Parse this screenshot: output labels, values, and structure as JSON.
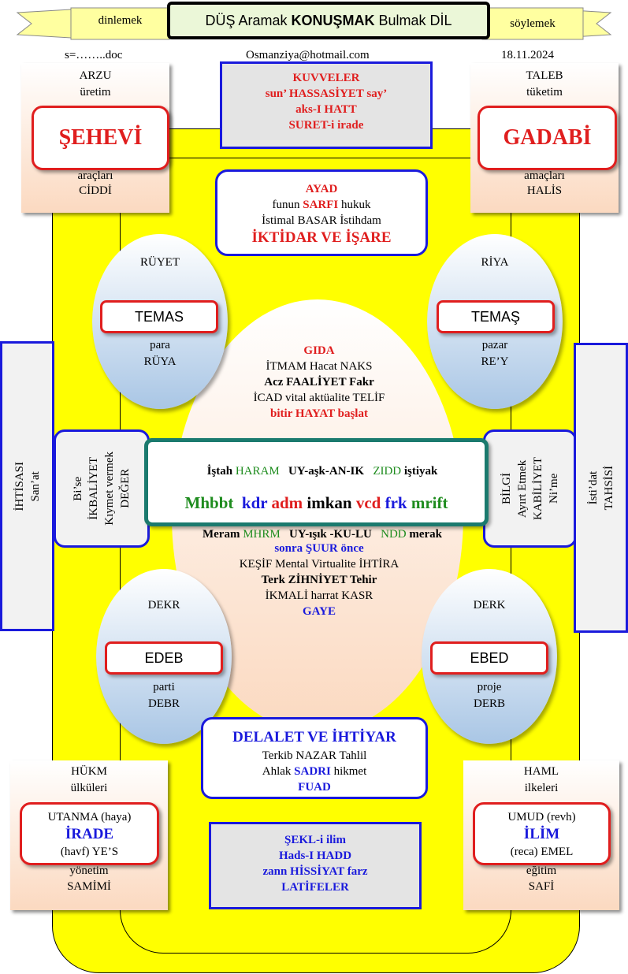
{
  "banner": {
    "left": "dinlemek",
    "right": "söylemek",
    "title_pre": "DÜŞ Aramak ",
    "title_bold": "KONUŞMAK",
    "title_post": " Bulmak DİL"
  },
  "meta": {
    "file": "s=……..doc",
    "email": "Osmanziya@hotmail.com",
    "date": "18.11.2024"
  },
  "top_center": {
    "l1": "KUVVELER",
    "l2": "sun’ HASSASİYET say’",
    "l3": "aks-I HATT",
    "l4": "SURET-i irade"
  },
  "corner_tl": {
    "l1": "ARZU",
    "l2": "üretim",
    "main": "ŞEHEVİ",
    "l3": "araçları",
    "l4": "CİDDİ"
  },
  "corner_tr": {
    "l1": "TALEB",
    "l2": "tüketim",
    "main": "GADABİ",
    "l3": "amaçları",
    "l4": "HALİS"
  },
  "ayad": {
    "l1": "AYAD",
    "l2a": "funun ",
    "l2b": "SARFI",
    "l2c": " hukuk",
    "l3": "İstimal  BASAR  İstihdam",
    "l4": "İKTİDAR VE İŞARE"
  },
  "oval_tl": {
    "top": "RÜYET",
    "box": "TEMAS",
    "l1": "para",
    "l2": "RÜYA"
  },
  "oval_tr": {
    "top": "RİYA",
    "box": "TEMAŞ",
    "l1": "pazar",
    "l2": "RE’Y"
  },
  "oval_bl": {
    "top": "DEKR",
    "box": "EDEB",
    "l1": "parti",
    "l2": "DEBR"
  },
  "oval_br": {
    "top": "DERK",
    "box": "EBED",
    "l1": "proje",
    "l2": "DERB"
  },
  "egg_top": {
    "l1": "GIDA",
    "l2": "İTMAM  Hacat  NAKS",
    "l3a": "Acz ",
    "l3b": "FAALİYET",
    "l3c": " Fakr",
    "l4": "İCAD vital aktüalite TELİF",
    "l5a": "bitir ",
    "l5b": "HAYAT",
    "l5c": " başlat"
  },
  "center": {
    "r1": [
      "İştah ",
      "HARAM",
      "   UY-aşk-AN-IK   ",
      "ZIDD",
      " iştiyak"
    ],
    "r2": [
      "Mhbbt",
      "kdr",
      "adm",
      "imkan",
      "vcd",
      "frk",
      "mrift"
    ],
    "r3": [
      "Meram ",
      "MHRM",
      "   UY-ışık -KU-LU   ",
      "NDD",
      " merak"
    ]
  },
  "egg_bottom": {
    "l1": "sonra ŞUUR önce",
    "l2": "KEŞİF Mental Virtualite İHTİRA",
    "l3a": "Terk ",
    "l3b": "ZİHNİYET",
    "l3c": " Tehir",
    "l4": "İKMALİ harrat KASR",
    "l5": "GAYE"
  },
  "side_left_outer": {
    "l1": "İHTİSASI",
    "l2": "San’at"
  },
  "side_left_inner": {
    "l1": "Bi’se",
    "l2": "İKBALİYET",
    "l3": "Kıymet  vermek",
    "l4": "DEĞER"
  },
  "side_right_inner": {
    "l1": "BİLGİ",
    "l2": "Ayırt Etmek",
    "l3": "KABİLİYET",
    "l4": "Ni’me"
  },
  "side_right_outer": {
    "l1": "İsti’dat",
    "l2": "TAHSİSİ"
  },
  "delalet": {
    "l1": "DELALET VE İHTİYAR",
    "l2": "Terkib  NAZAR  Tahlil",
    "l3a": "Ahlak ",
    "l3b": "SADRI",
    "l3c": " hikmet",
    "l4": "FUAD"
  },
  "bottom_center": {
    "l1": "ŞEKL-i ilim",
    "l2": "Hads-I HADD",
    "l3": "zann HİSSİYAT farz",
    "l4": "LATİFELER"
  },
  "corner_bl": {
    "l1": "HÜKM",
    "l2": "ülküleri",
    "b1": "UTANMA (haya)",
    "b2": "İRADE",
    "b3": "(havf) YE’S",
    "l3": "yönetim",
    "l4": "SAMİMİ"
  },
  "corner_br": {
    "l1": "HAML",
    "l2": "ilkeleri",
    "b1": "UMUD (revh)",
    "b2": "İLİM",
    "b3": "(reca) EMEL",
    "l3": "eğitim",
    "l4": "SAFİ"
  },
  "colors": {
    "red": "#e01e1e",
    "blue": "#1a1adc",
    "green": "#1e8c1e",
    "yellow": "#ffff00",
    "teal": "#1b7a6e"
  }
}
